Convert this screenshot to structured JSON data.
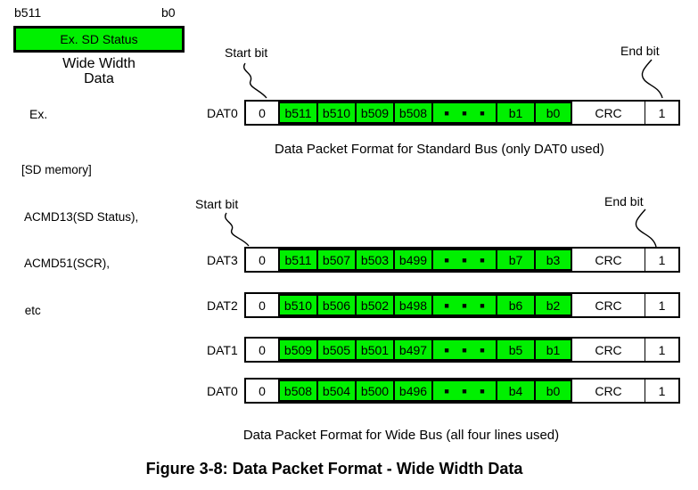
{
  "colors": {
    "cell_green": "#00f000"
  },
  "left_panel": {
    "bit_high_label": "b511",
    "bit_low_label": "b0",
    "status_box_label": "Ex. SD Status",
    "box_caption_line1": "Wide Width",
    "box_caption_line2": "Data",
    "example_heading": "Ex.",
    "example_lines": [
      "[SD memory]",
      " ACMD13(SD Status),",
      " ACMD51(SCR),",
      " etc"
    ]
  },
  "standard_bus": {
    "start_bit_label": "Start bit",
    "end_bit_label": "End bit",
    "caption": "Data Packet Format for Standard Bus (only DAT0 used)",
    "rows": [
      {
        "label": "DAT0",
        "cells": [
          "0",
          "b511",
          "b510",
          "b509",
          "b508",
          "■ ■ ■",
          "b1",
          "b0",
          "CRC",
          "1"
        ]
      }
    ]
  },
  "wide_bus": {
    "start_bit_label": "Start bit",
    "end_bit_label": "End bit",
    "caption": "Data Packet Format for Wide Bus (all four lines used)",
    "rows": [
      {
        "label": "DAT3",
        "cells": [
          "0",
          "b511",
          "b507",
          "b503",
          "b499",
          "■ ■ ■",
          "b7",
          "b3",
          "CRC",
          "1"
        ]
      },
      {
        "label": "DAT2",
        "cells": [
          "0",
          "b510",
          "b506",
          "b502",
          "b498",
          "■ ■ ■",
          "b6",
          "b2",
          "CRC",
          "1"
        ]
      },
      {
        "label": "DAT1",
        "cells": [
          "0",
          "b509",
          "b505",
          "b501",
          "b497",
          "■ ■ ■",
          "b5",
          "b1",
          "CRC",
          "1"
        ]
      },
      {
        "label": "DAT0",
        "cells": [
          "0",
          "b508",
          "b504",
          "b500",
          "b496",
          "■ ■ ■",
          "b4",
          "b0",
          "CRC",
          "1"
        ]
      }
    ]
  },
  "figure_caption": "Figure 3-8: Data Packet Format - Wide Width Data"
}
